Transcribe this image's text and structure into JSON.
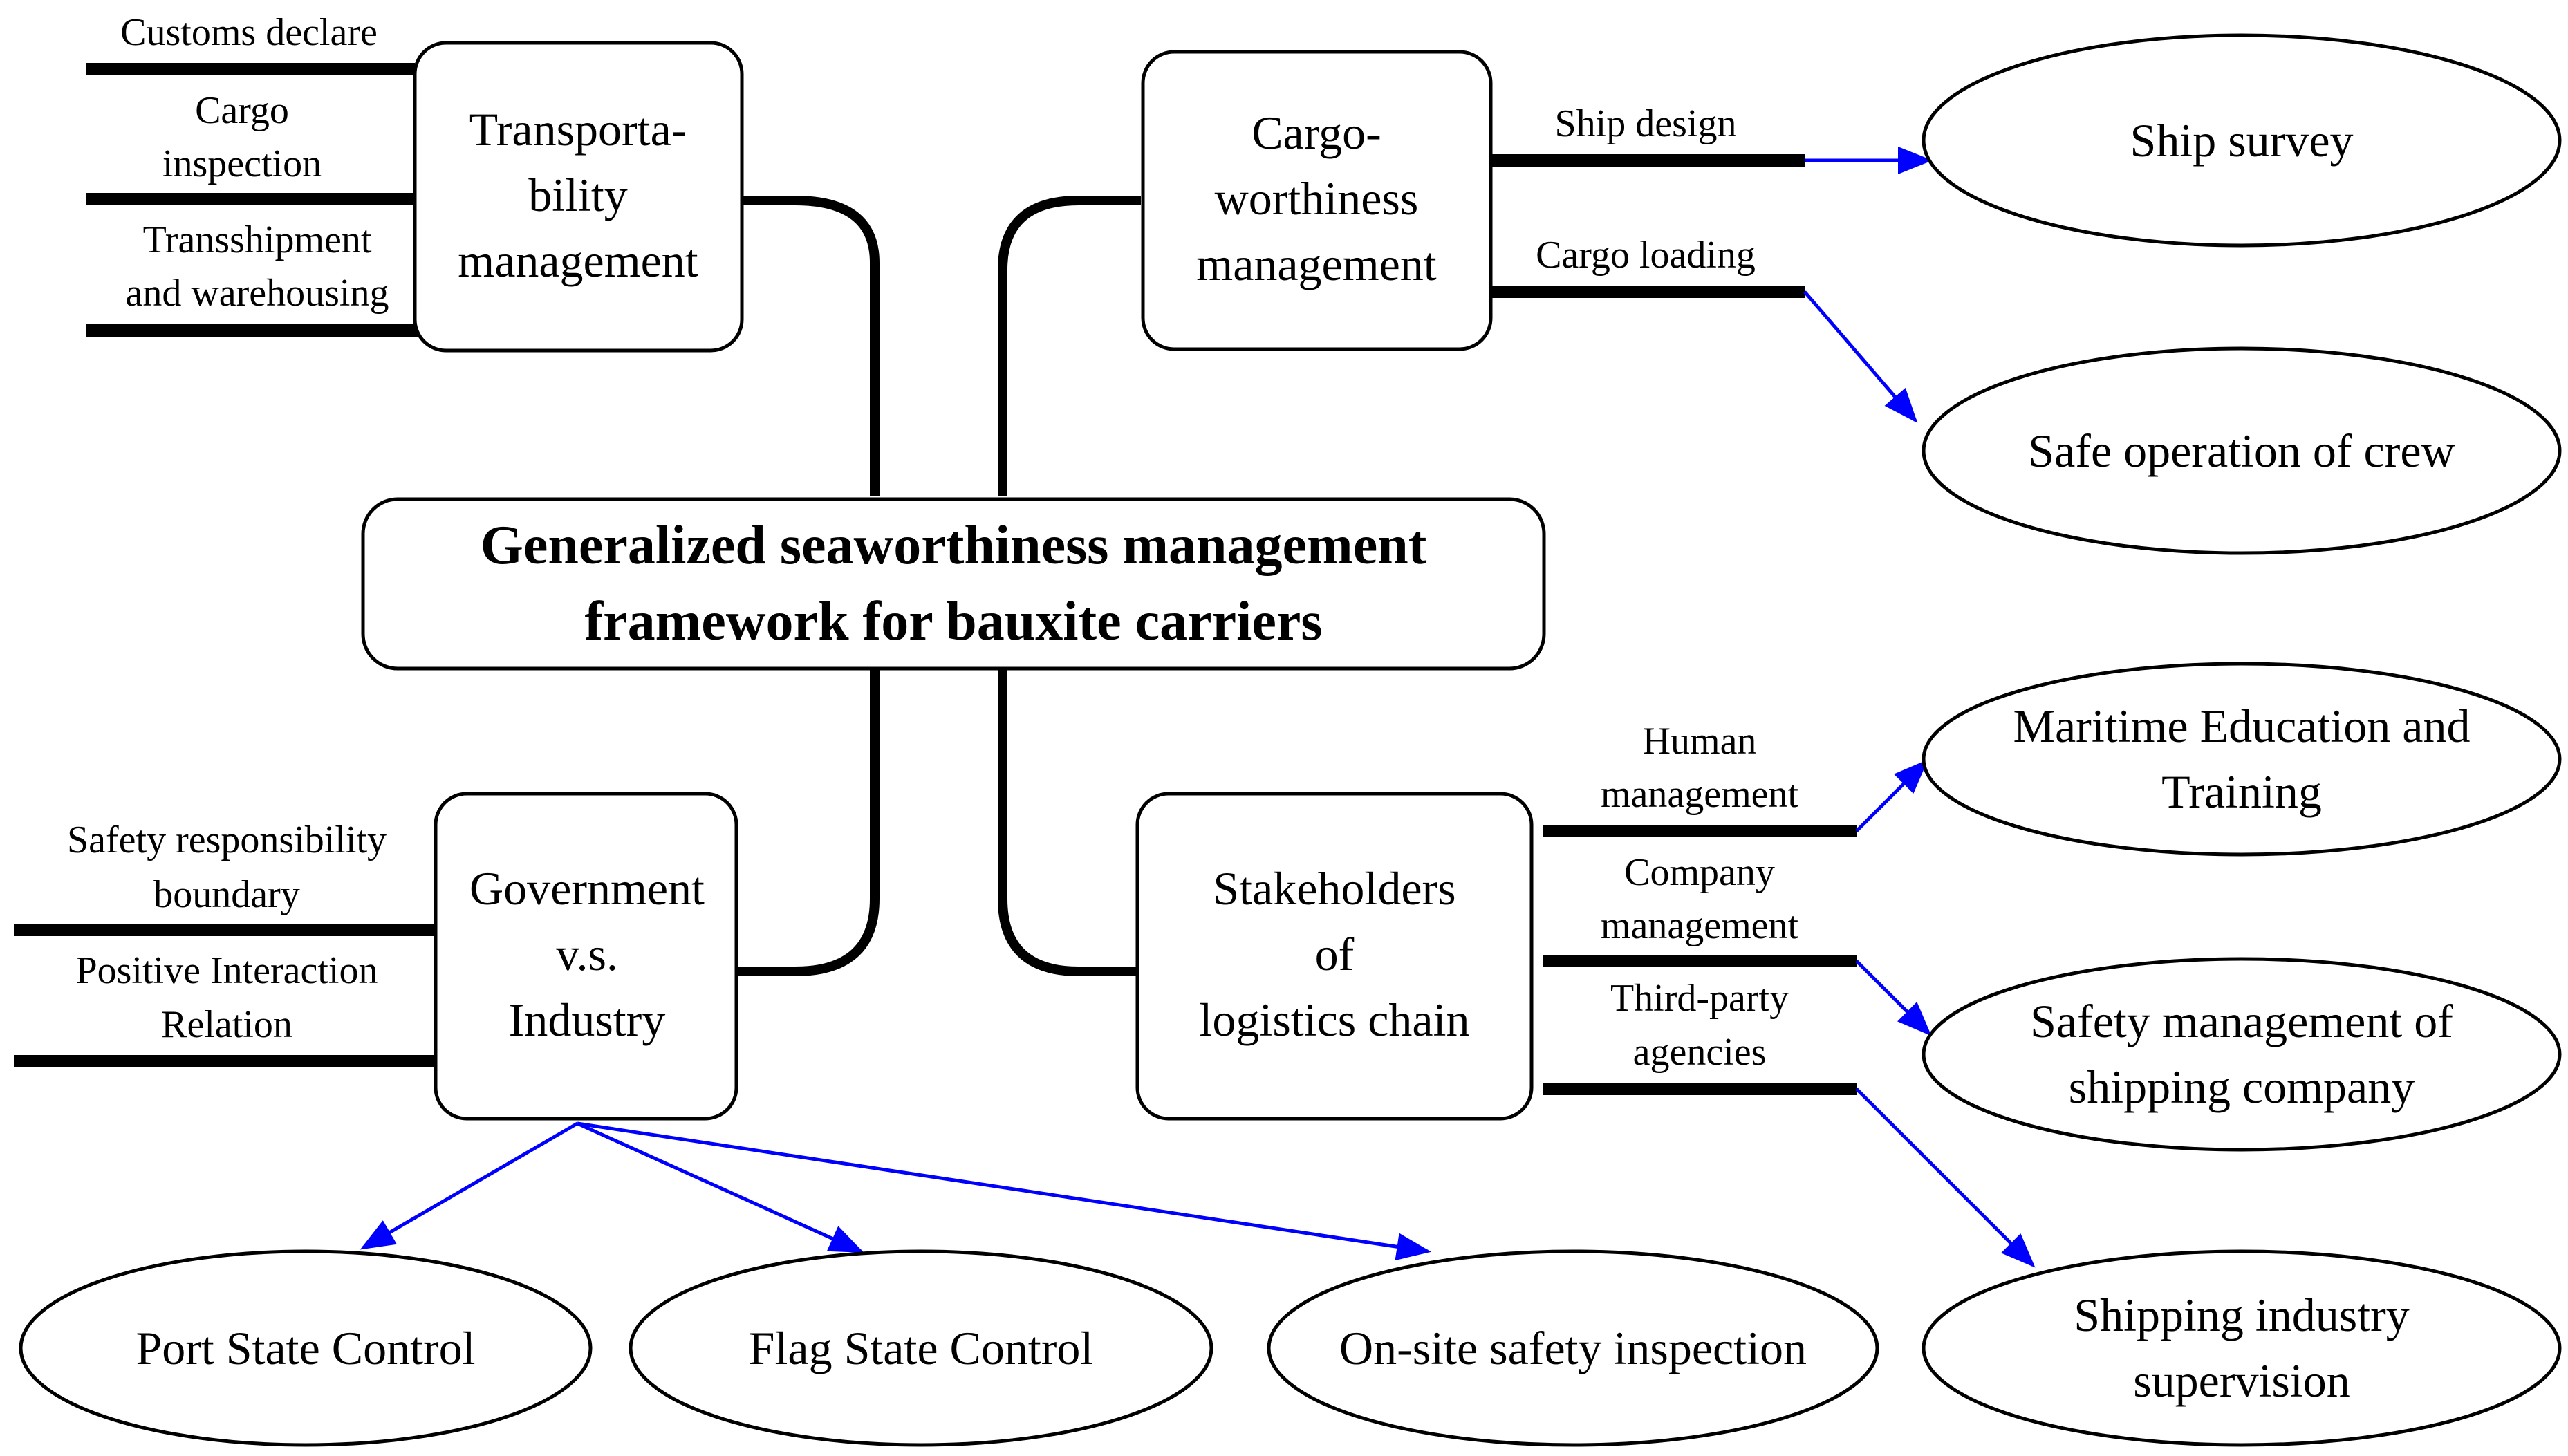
{
  "title": {
    "line1": "Generalized seaworthiness management",
    "line2": "framework for bauxite carriers"
  },
  "boxes": {
    "transportability": [
      "Transporta-",
      "bility",
      "management"
    ],
    "cargoworthiness": [
      "Cargo-",
      "worthiness",
      "management"
    ],
    "government": [
      "Government",
      "v.s.",
      "Industry"
    ],
    "stakeholders": [
      "Stakeholders",
      "of",
      "logistics chain"
    ]
  },
  "labels": {
    "customs_declare": "Customs declare",
    "cargo_inspection": [
      "Cargo",
      "inspection"
    ],
    "transshipment": [
      "Transshipment",
      "and warehousing"
    ],
    "ship_design": "Ship design",
    "cargo_loading": "Cargo loading",
    "safety_responsibility": [
      "Safety responsibility",
      "boundary"
    ],
    "positive_interaction": [
      "Positive Interaction",
      "Relation"
    ],
    "human_management": [
      "Human",
      "management"
    ],
    "company_management": [
      "Company",
      "management"
    ],
    "third_party": [
      "Third-party",
      "agencies"
    ]
  },
  "ellipses": {
    "ship_survey": [
      "Ship survey"
    ],
    "safe_operation": [
      "Safe operation of crew"
    ],
    "maritime_education": [
      "Maritime Education and",
      "Training"
    ],
    "safety_management": [
      "Safety management of",
      "shipping company"
    ],
    "shipping_supervision": [
      "Shipping industry",
      "supervision"
    ],
    "port_state": [
      "Port State Control"
    ],
    "flag_state": [
      "Flag State Control"
    ],
    "onsite_inspection": [
      "On-site safety inspection"
    ]
  },
  "colors": {
    "line": "#000000",
    "arrow": "#0000ff",
    "background": "#ffffff"
  }
}
